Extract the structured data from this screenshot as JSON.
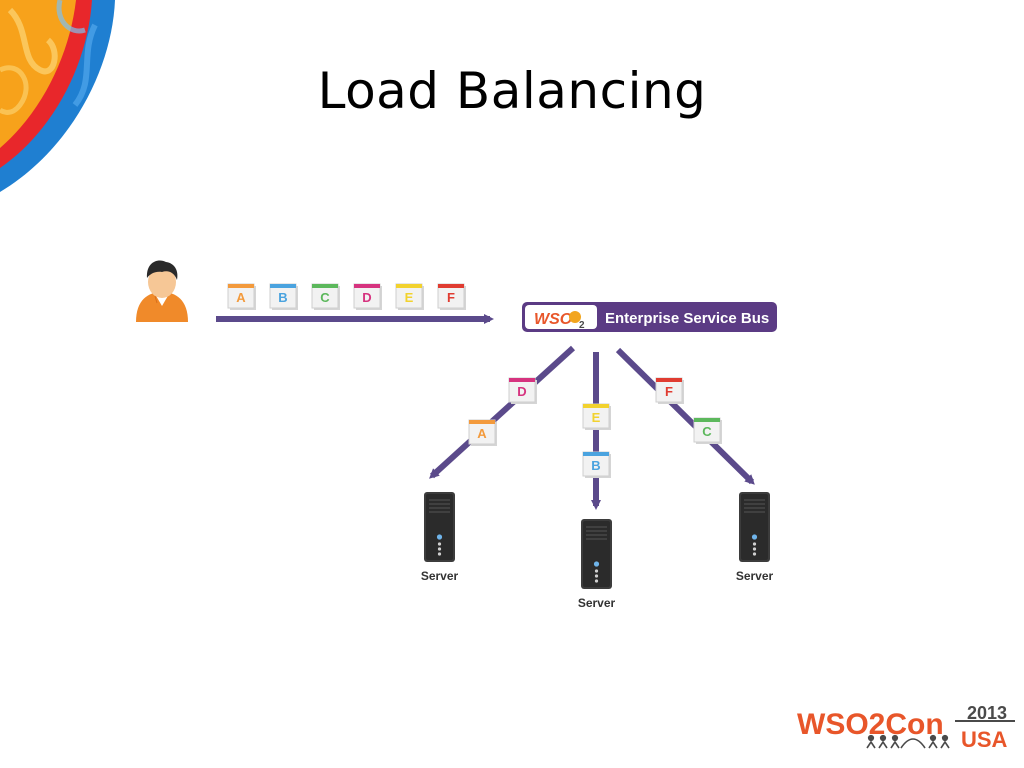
{
  "slide": {
    "title": "Load Balancing"
  },
  "diagram": {
    "esb": {
      "logo_text": "WSO",
      "logo_sub": "2",
      "label": "Enterprise Service Bus"
    },
    "message_blocks": [
      {
        "letter": "A",
        "color": "#f39a3c"
      },
      {
        "letter": "B",
        "color": "#4aa3df"
      },
      {
        "letter": "C",
        "color": "#5cb85c"
      },
      {
        "letter": "D",
        "color": "#d6337f"
      },
      {
        "letter": "E",
        "color": "#f2d22e"
      },
      {
        "letter": "F",
        "color": "#e03c31"
      }
    ],
    "server_label": "Server",
    "servers": [
      {
        "label": "Server",
        "messages": [
          "D",
          "A"
        ]
      },
      {
        "label": "Server",
        "messages": [
          "E",
          "B"
        ]
      },
      {
        "label": "Server",
        "messages": [
          "F",
          "C"
        ]
      }
    ],
    "arrow_color": "#5b4a8b"
  },
  "footer": {
    "brand": "WSO2Con",
    "year": "2013",
    "location": "USA",
    "brand_color": "#e8562a",
    "dark_color": "#4a4a4a"
  },
  "decoration": {
    "corner": "orange-red-blue swirl ornament"
  }
}
